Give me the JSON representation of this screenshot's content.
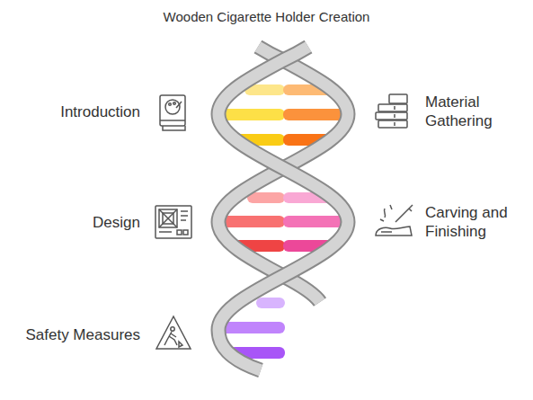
{
  "diagram": {
    "title": "Wooden Cigarette Holder Creation",
    "labels": [
      "Introduction",
      "Material Gathering",
      "Design",
      "Carving and Finishing",
      "Safety Measures"
    ]
  }
}
